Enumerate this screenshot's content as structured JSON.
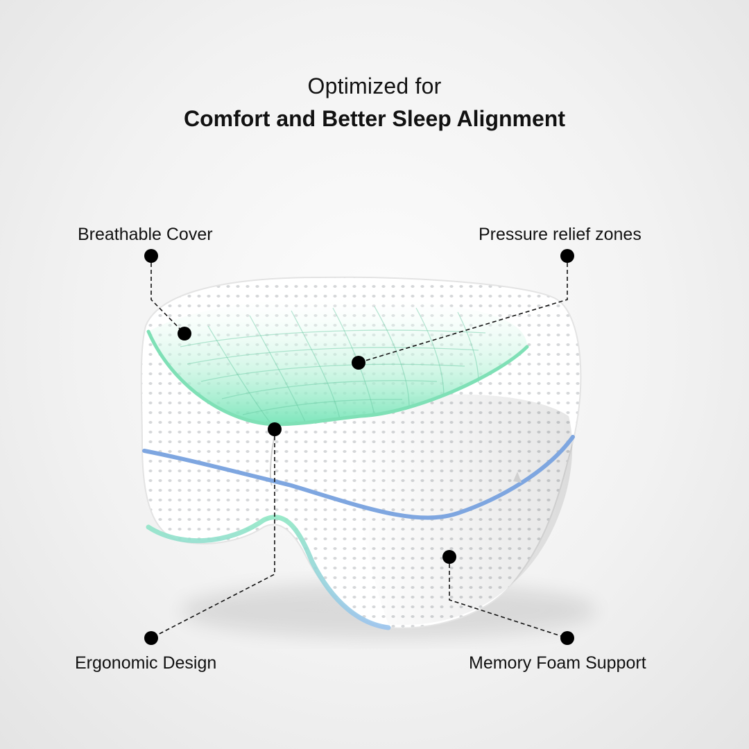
{
  "headline": {
    "line1": "Optimized for",
    "line2": "Comfort and Better Sleep Alignment"
  },
  "callouts": {
    "breathable_cover": "Breathable Cover",
    "pressure_relief": "Pressure relief zones",
    "ergonomic_design": "Ergonomic Design",
    "memory_foam": "Memory Foam Support"
  },
  "colors": {
    "background": "#f2f2f2",
    "pillow": "#ffffff",
    "cool_zone": "#6fe3b4",
    "seam": "#7ea6e0",
    "marker": "#000000"
  }
}
